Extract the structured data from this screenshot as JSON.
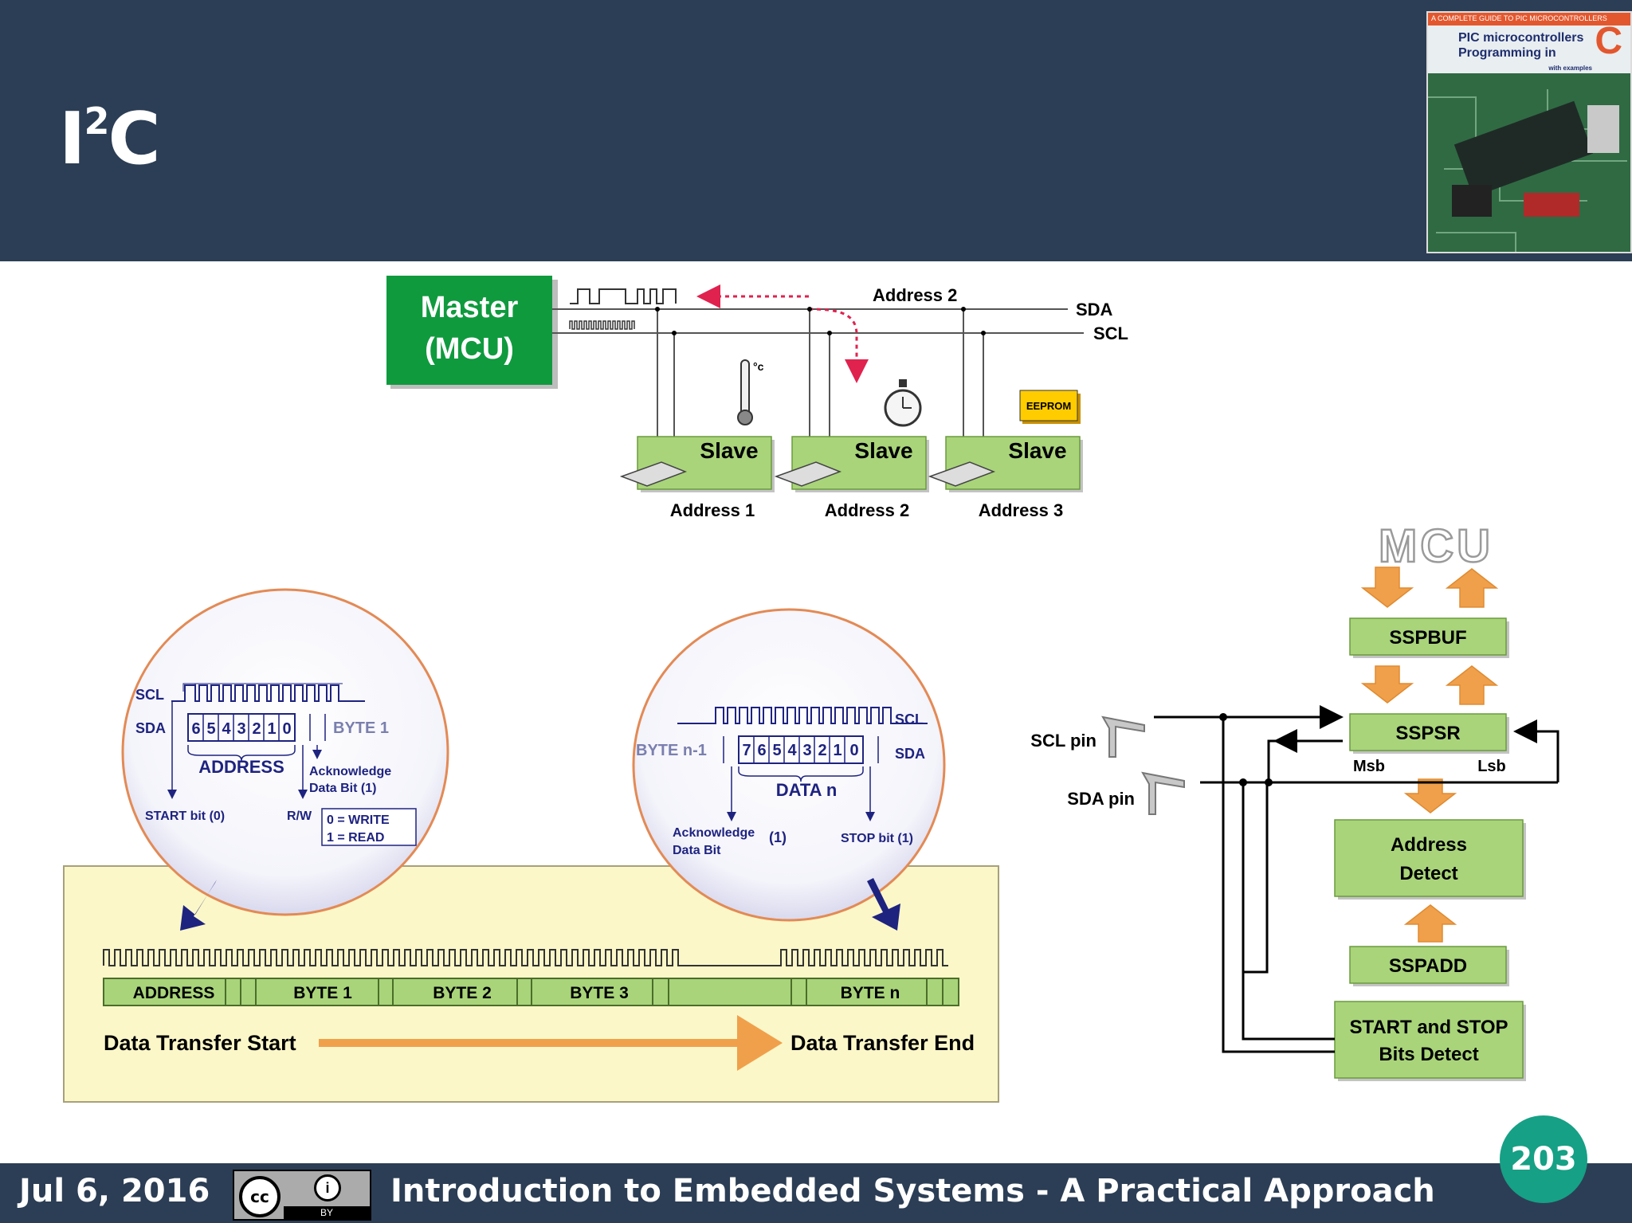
{
  "slide": {
    "title_base": "I",
    "title_sup": "2",
    "title_tail": "C",
    "date": "Jul 6, 2016",
    "footer_title": "Introduction to Embedded Systems - A Practical Approach",
    "page_number": "203",
    "license": {
      "cc": "cc",
      "by": "BY"
    }
  },
  "book_cover": {
    "banner": "A COMPLETE GUIDE TO PIC MICROCONTROLLERS",
    "line1": "PIC microcontrollers",
    "line2": "Programming in",
    "letter": "C",
    "tagline": "with examples"
  },
  "bus_diagram": {
    "master": [
      "Master",
      "(MCU)"
    ],
    "sda": "SDA",
    "scl": "SCL",
    "bus_address": "Address 2",
    "eeprom": "EEPROM",
    "thermo_unit": "°c",
    "slaves": [
      {
        "label": "Slave",
        "address": "Address 1"
      },
      {
        "label": "Slave",
        "address": "Address 2"
      },
      {
        "label": "Slave",
        "address": "Address 3"
      }
    ]
  },
  "timing_diagram": {
    "left_zoom": {
      "scl": "SCL",
      "sda": "SDA",
      "bits": [
        "6",
        "5",
        "4",
        "3",
        "2",
        "1",
        "0"
      ],
      "byte": "BYTE 1",
      "address": "ADDRESS",
      "ack": [
        "Acknowledge",
        "Data Bit (1)"
      ],
      "start": "START bit (0)",
      "rw": "R/W",
      "rw_values": [
        "0 = WRITE",
        "1 = READ"
      ]
    },
    "right_zoom": {
      "scl": "SCL",
      "sda": "SDA",
      "byte_prev": "BYTE n-1",
      "bits": [
        "7",
        "6",
        "5",
        "4",
        "3",
        "2",
        "1",
        "0"
      ],
      "data": "DATA n",
      "ack": [
        "Acknowledge",
        "Data Bit"
      ],
      "ack_val": "(1)",
      "stop": "STOP bit (1)"
    },
    "frame": [
      "ADDRESS",
      "BYTE 1",
      "BYTE 2",
      "BYTE 3",
      "BYTE n"
    ],
    "start_label": "Data Transfer Start",
    "end_label": "Data Transfer End"
  },
  "block_diagram": {
    "mcu": "MCU",
    "sspbuf": "SSPBUF",
    "sspsr": "SSPSR",
    "msb": "Msb",
    "lsb": "Lsb",
    "address_detect": [
      "Address",
      "Detect"
    ],
    "sspadd": "SSPADD",
    "start_stop": [
      "START and STOP",
      "Bits Detect"
    ],
    "scl_pin": "SCL pin",
    "sda_pin": "SDA pin"
  },
  "colors": {
    "header": "#2c3e55",
    "master_green": "#0f9a3e",
    "block_green": "#a9d47a",
    "frame_yellow": "#fbf7c8",
    "orange": "#f0a04b",
    "navy_text": "#1e2380",
    "page_badge": "#16a085"
  }
}
